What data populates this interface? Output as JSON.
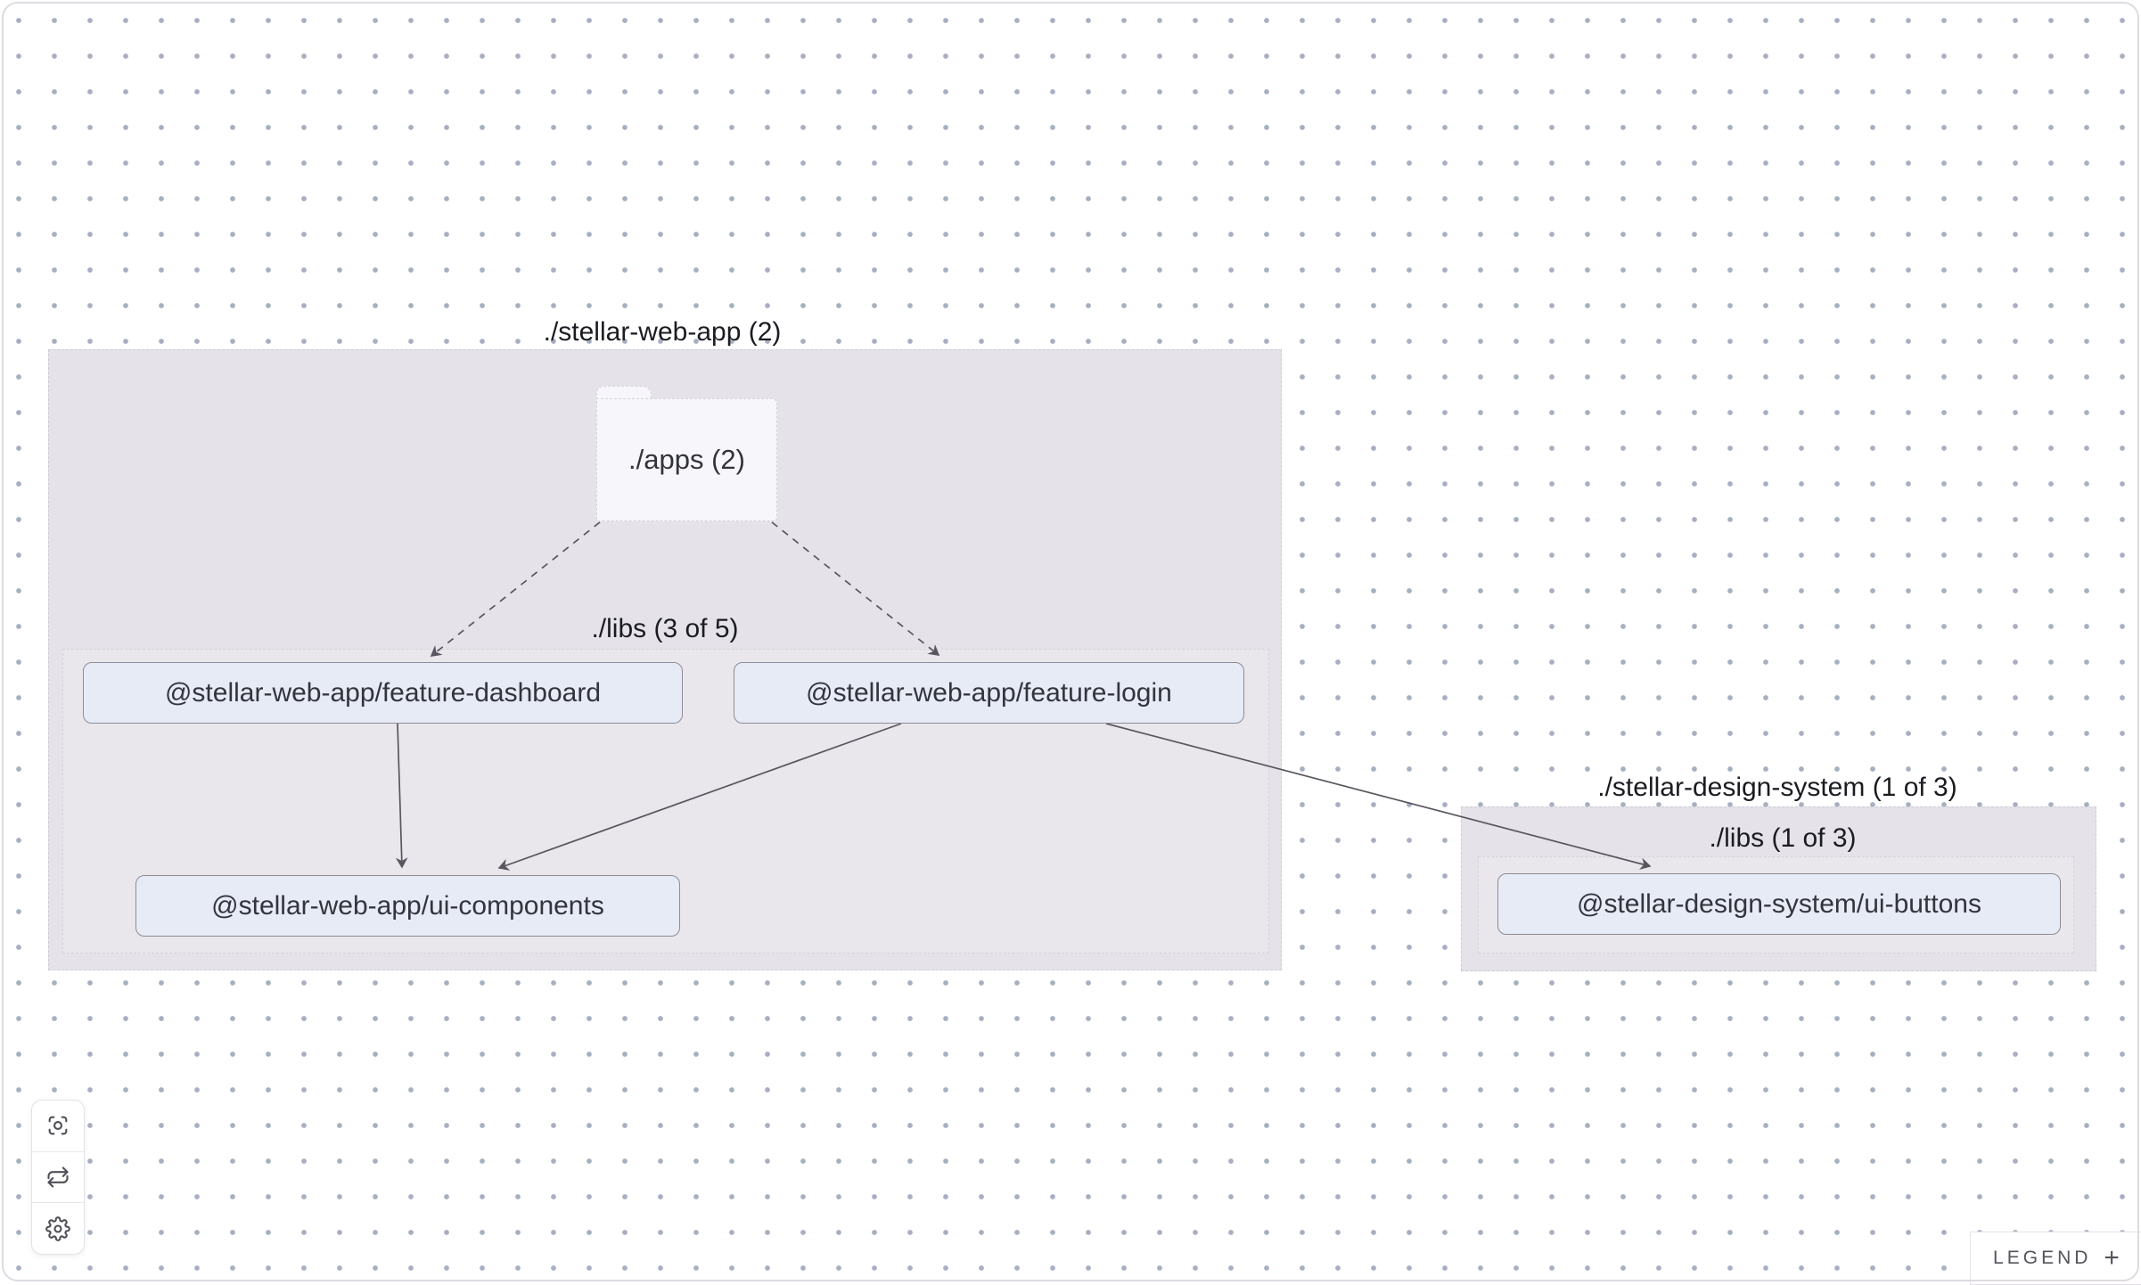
{
  "graph": {
    "webapp_group": {
      "title": "./stellar-web-app (2)",
      "folder_label": "./apps (2)",
      "libs_label": "./libs (3 of 5)"
    },
    "design_group": {
      "title": "./stellar-design-system (1 of 3)",
      "libs_label": "./libs (1 of 3)"
    },
    "nodes": {
      "feature_dashboard": "@stellar-web-app/feature-dashboard",
      "feature_login": "@stellar-web-app/feature-login",
      "ui_components": "@stellar-web-app/ui-components",
      "ui_buttons": "@stellar-design-system/ui-buttons"
    },
    "edges": [
      {
        "source": "./apps",
        "target": "@stellar-web-app/feature-dashboard",
        "style": "dashed"
      },
      {
        "source": "./apps",
        "target": "@stellar-web-app/feature-login",
        "style": "dashed"
      },
      {
        "source": "@stellar-web-app/feature-dashboard",
        "target": "@stellar-web-app/ui-components",
        "style": "solid"
      },
      {
        "source": "@stellar-web-app/feature-login",
        "target": "@stellar-web-app/ui-components",
        "style": "solid"
      },
      {
        "source": "@stellar-web-app/feature-login",
        "target": "@stellar-design-system/ui-buttons",
        "style": "solid"
      }
    ]
  },
  "toolbar": {
    "buttons": [
      {
        "icon": "focus-icon"
      },
      {
        "icon": "refresh-icon"
      },
      {
        "icon": "settings-icon"
      }
    ]
  },
  "legend": {
    "label": "LEGEND",
    "expand_symbol": "+"
  },
  "colors": {
    "group_fill": "#e5e3e9",
    "node_fill": "#e7ebf5",
    "node_border": "#8e8b96",
    "edge": "#5a5660",
    "dot_grid": "#a7afc0",
    "folder_fill": "#f7f6fa"
  }
}
